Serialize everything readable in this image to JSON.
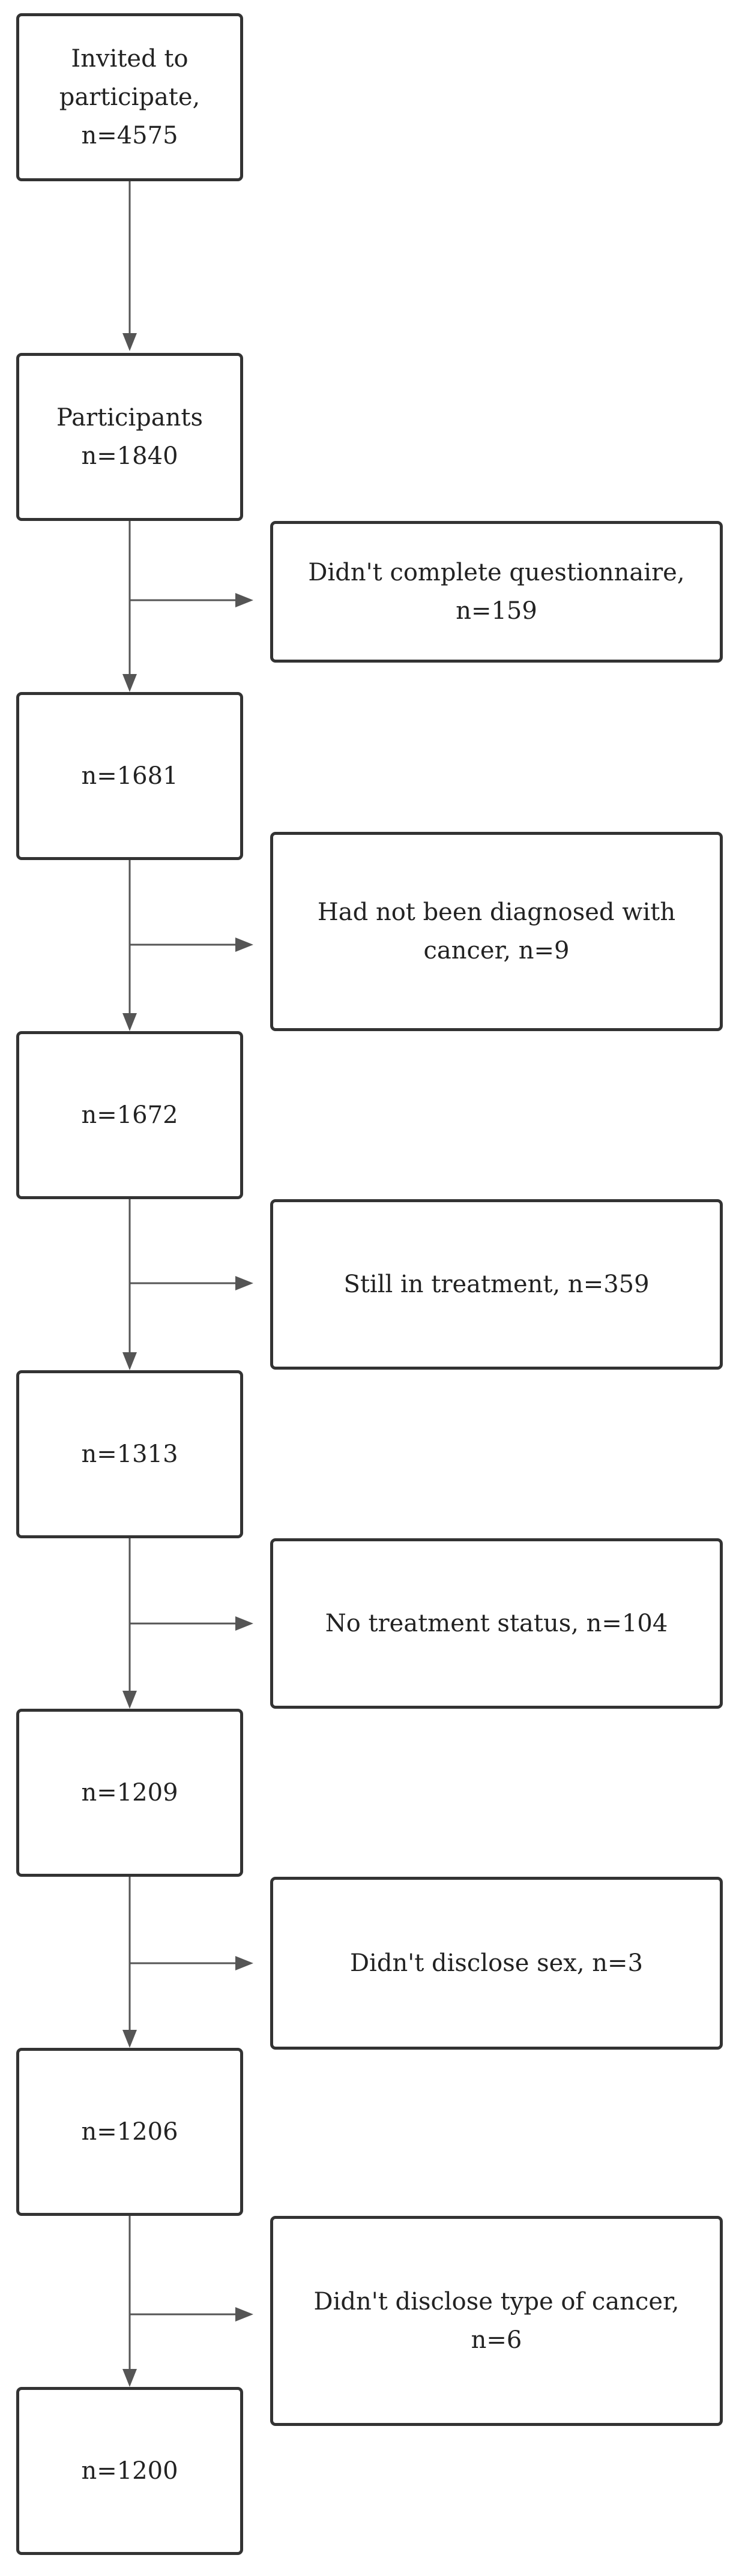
{
  "flow": {
    "invited": "Invited to\nparticipate,\nn=4575",
    "participants": "Participants\nn=1840",
    "steps": [
      {
        "remaining": "n=1681",
        "excluded": "Didn't complete questionnaire,\nn=159"
      },
      {
        "remaining": "n=1672",
        "excluded": "Had not been diagnosed with\ncancer, n=9"
      },
      {
        "remaining": "n=1313",
        "excluded": "Still in treatment, n=359"
      },
      {
        "remaining": "n=1209",
        "excluded": "No treatment status, n=104"
      },
      {
        "remaining": "n=1206",
        "excluded": "Didn't disclose sex, n=3"
      },
      {
        "remaining": "n=1200",
        "excluded": "Didn't disclose type of cancer,\nn=6"
      }
    ]
  },
  "colors": {
    "line": "#333333",
    "arrow": "#555555"
  }
}
